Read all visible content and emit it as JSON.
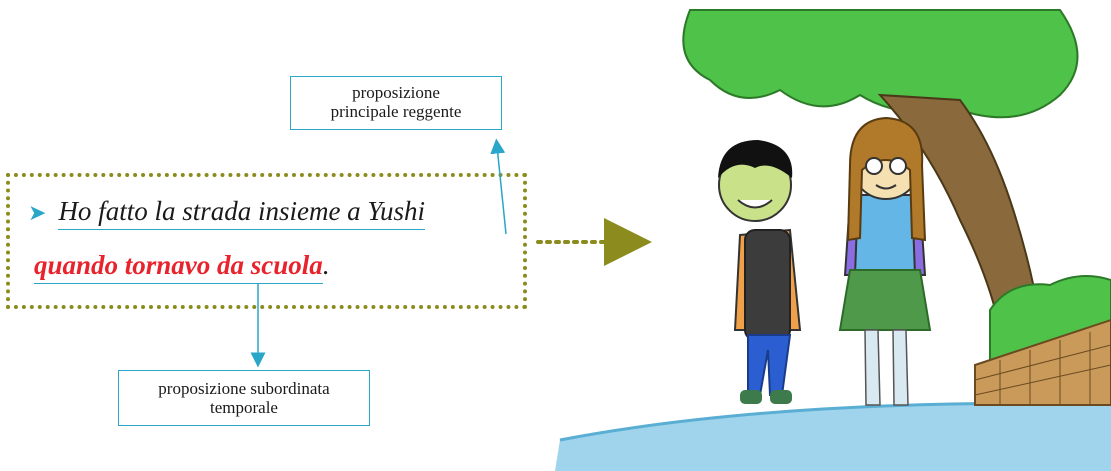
{
  "diagram": {
    "top_label": {
      "line1": "proposizione",
      "line2": "principale reggente"
    },
    "bottom_label": {
      "line1": "proposizione subordinata",
      "line2": "temporale"
    },
    "sentence": {
      "bullet": "➤",
      "main_clause": "Ho fatto la strada insieme a Yushi",
      "subordinate_clause": "quando tornavo da scuola",
      "end_punct": "."
    },
    "colors": {
      "accent": "#2aa6c9",
      "subordinate": "#e8232c",
      "dots": "#8c8c1e"
    }
  }
}
